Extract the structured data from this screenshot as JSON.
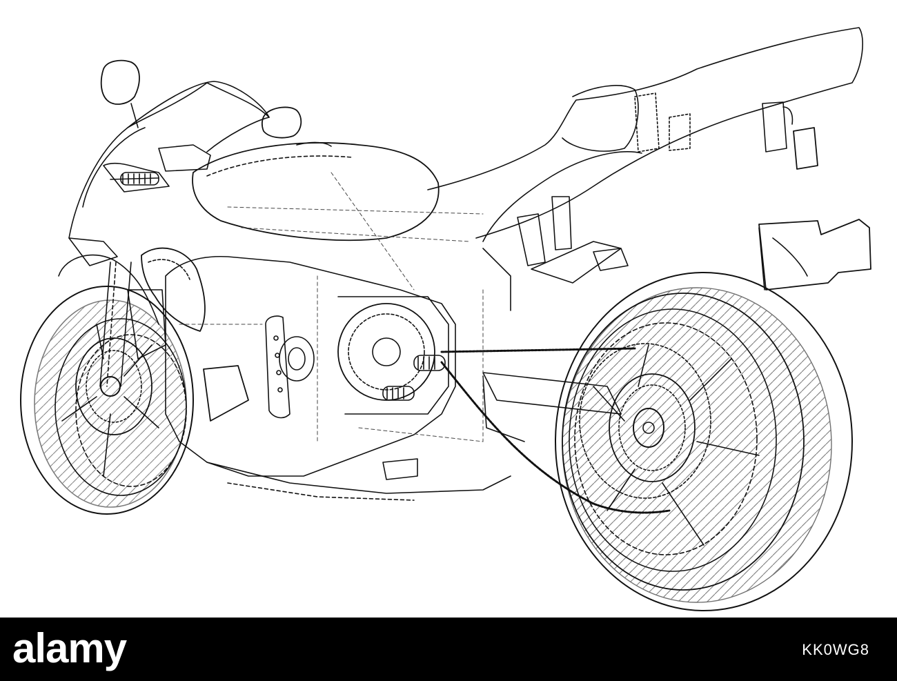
{
  "footer": {
    "brand": "alamy",
    "image_id": "KK0WG8",
    "background": "#000000",
    "text_color": "#ffffff"
  },
  "drawing": {
    "subject": "motorcycle-wireframe",
    "line_color": "#000000",
    "background": "#ffffff"
  }
}
